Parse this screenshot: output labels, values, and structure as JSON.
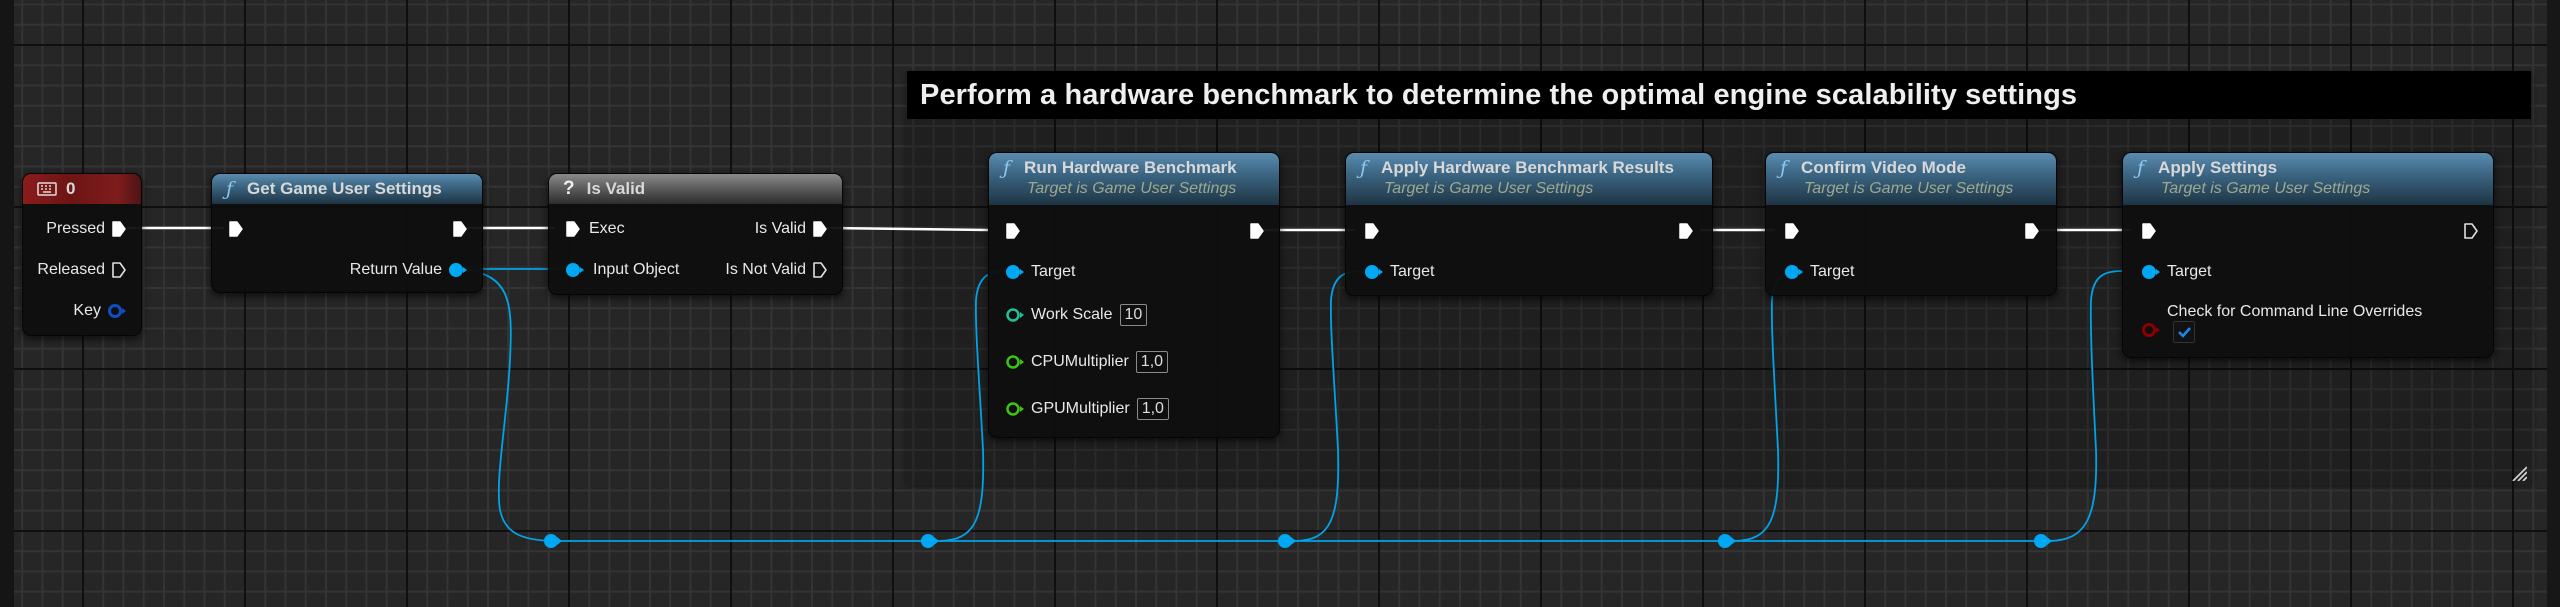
{
  "canvas": {
    "type": "blueprint-graph",
    "background": "#262626",
    "grid_minor": "#343434",
    "grid_major": "#0f0f0f"
  },
  "colors": {
    "exec_wire": "#ffffff",
    "object_pin": "#00a8f3",
    "int_pin": "#1fc19a",
    "float_pin": "#3dc511",
    "bool_pin": "#8c0000",
    "struct_key_pin": "#0a3f9c",
    "function_header": "#3c6683",
    "event_header": "#7a1818",
    "macro_header": "#6a6a6a",
    "comment_header": "#000000",
    "subtitle": "#9ea88e"
  },
  "comment": {
    "title": "Perform a hardware benchmark to determine the optimal engine scalability settings"
  },
  "nodes": {
    "key_event": {
      "title": "0",
      "icon": "keyboard-icon",
      "outputs": [
        "Pressed",
        "Released",
        "Key"
      ]
    },
    "get_game_user_settings": {
      "title": "Get Game User Settings",
      "icon": "function-icon",
      "outputs": [
        "Return Value"
      ]
    },
    "is_valid": {
      "title": "Is Valid",
      "icon": "question-icon",
      "inputs": [
        "Exec",
        "Input Object"
      ],
      "outputs": [
        "Is Valid",
        "Is Not Valid"
      ]
    },
    "run_hardware_benchmark": {
      "title": "Run Hardware Benchmark",
      "subtitle": "Target is Game User Settings",
      "icon": "function-icon",
      "inputs": [
        {
          "label": "Target"
        },
        {
          "label": "Work Scale",
          "value": "10"
        },
        {
          "label": "CPUMultiplier",
          "value": "1,0"
        },
        {
          "label": "GPUMultiplier",
          "value": "1,0"
        }
      ]
    },
    "apply_hardware_benchmark_results": {
      "title": "Apply Hardware Benchmark Results",
      "subtitle": "Target is Game User Settings",
      "icon": "function-icon",
      "inputs": [
        {
          "label": "Target"
        }
      ]
    },
    "confirm_video_mode": {
      "title": "Confirm Video Mode",
      "subtitle": "Target is Game User Settings",
      "icon": "function-icon",
      "inputs": [
        {
          "label": "Target"
        }
      ]
    },
    "apply_settings": {
      "title": "Apply Settings",
      "subtitle": "Target is Game User Settings",
      "icon": "function-icon",
      "inputs": [
        {
          "label": "Target"
        },
        {
          "label": "Check for Command Line Overrides",
          "checked": true
        }
      ]
    }
  }
}
